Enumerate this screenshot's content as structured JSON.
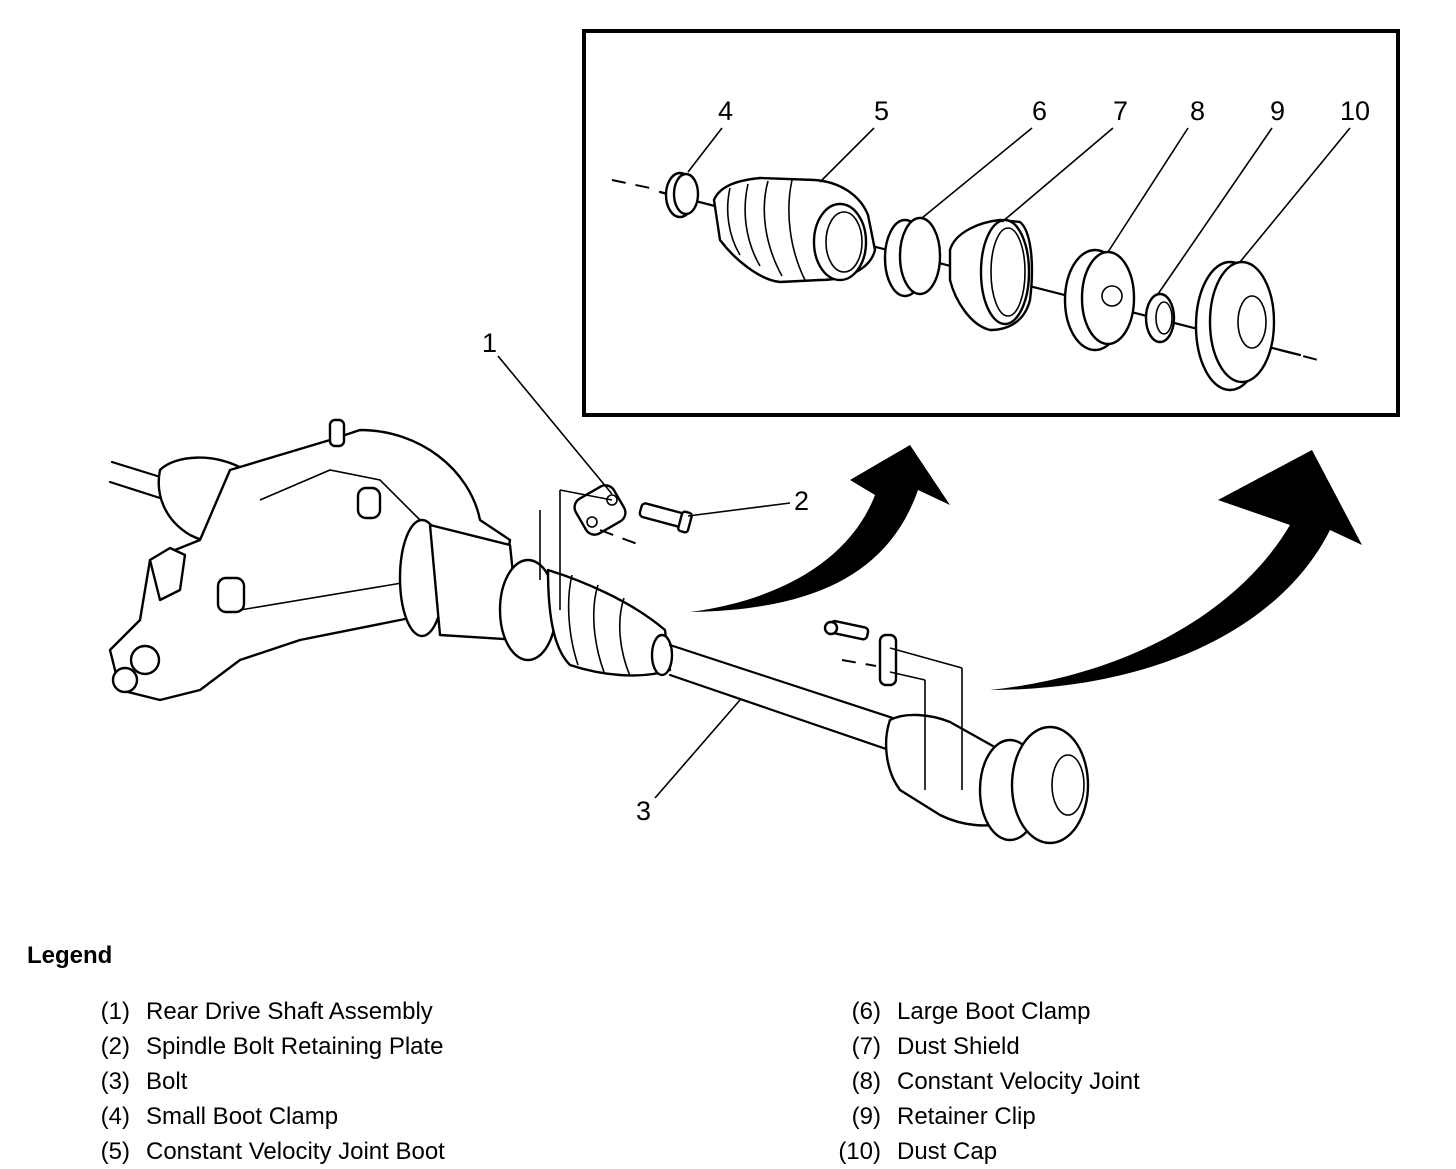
{
  "diagram": {
    "title": "Rear Drive Shaft Assembly - Exploded View",
    "callouts": [
      {
        "id": "1",
        "label": "1"
      },
      {
        "id": "2",
        "label": "2"
      },
      {
        "id": "3",
        "label": "3"
      },
      {
        "id": "4",
        "label": "4"
      },
      {
        "id": "5",
        "label": "5"
      },
      {
        "id": "6",
        "label": "6"
      },
      {
        "id": "7",
        "label": "7"
      },
      {
        "id": "8",
        "label": "8"
      },
      {
        "id": "9",
        "label": "9"
      },
      {
        "id": "10",
        "label": "10"
      }
    ]
  },
  "legend": {
    "title": "Legend",
    "left_items": [
      {
        "num": "(1)",
        "text": "Rear Drive Shaft Assembly"
      },
      {
        "num": "(2)",
        "text": "Spindle Bolt Retaining Plate"
      },
      {
        "num": "(3)",
        "text": "Bolt"
      },
      {
        "num": "(4)",
        "text": "Small Boot Clamp"
      },
      {
        "num": "(5)",
        "text": "Constant Velocity Joint Boot"
      }
    ],
    "right_items": [
      {
        "num": "(6)",
        "text": "Large Boot Clamp"
      },
      {
        "num": "(7)",
        "text": "Dust Shield"
      },
      {
        "num": "(8)",
        "text": "Constant Velocity Joint"
      },
      {
        "num": "(9)",
        "text": "Retainer Clip"
      },
      {
        "num": "(10)",
        "text": "Dust Cap"
      }
    ]
  }
}
